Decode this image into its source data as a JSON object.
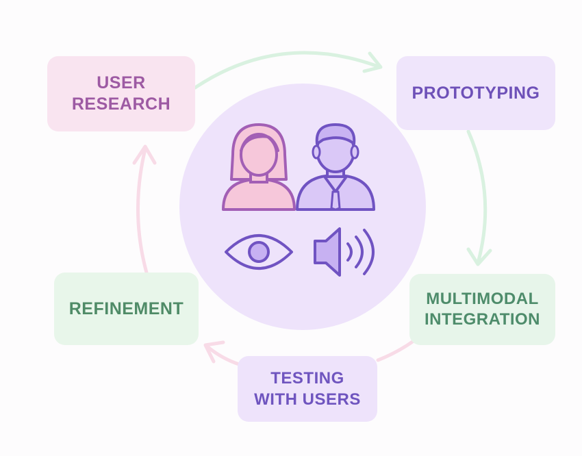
{
  "stages": {
    "user_research": "USER\nRESEARCH",
    "prototyping": "PROTOTYPING",
    "multimodal_integration": "MULTIMODAL\nINTEGRATION",
    "testing_with_users": "TESTING\nWITH USERS",
    "refinement": "REFINEMENT"
  },
  "icons": {
    "people": [
      "woman-icon",
      "man-icon"
    ],
    "modalities": [
      "eye-icon",
      "speaker-icon"
    ]
  },
  "colors": {
    "center_circle": "#efe3fb",
    "arrow_green": "#d7f0df",
    "arrow_pink": "#f7d9e6",
    "woman_fill": "#f6c7da",
    "woman_stroke": "#a25fb5",
    "man_fill": "#dac8f7",
    "man_stroke": "#7053c2"
  }
}
